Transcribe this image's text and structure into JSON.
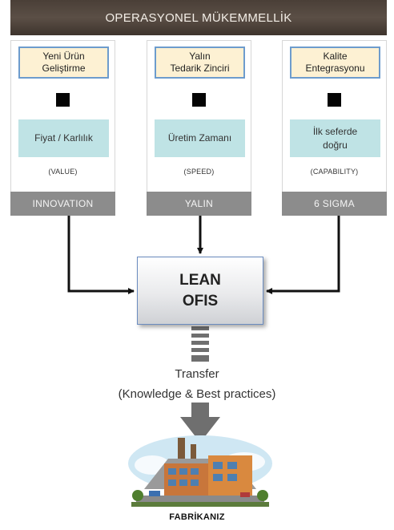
{
  "banner": {
    "title": "OPERASYONEL MÜKEMMELLİK"
  },
  "columns": [
    {
      "top": [
        "Yeni Ürün",
        "Geliştirme"
      ],
      "mid": [
        "Fiyat / Karlılık"
      ],
      "paren": "(VALUE)",
      "foot": "INNOVATION"
    },
    {
      "top": [
        "Yalın",
        "Tedarik Zinciri"
      ],
      "mid": [
        "Üretim Zamanı"
      ],
      "paren": "(SPEED)",
      "foot": "YALIN"
    },
    {
      "top": [
        "Kalite",
        "Entegrasyonu"
      ],
      "mid": [
        "İlk seferde",
        "doğru"
      ],
      "paren": "(CAPABILITY)",
      "foot": "6 SIGMA"
    }
  ],
  "center": {
    "line1": "LEAN",
    "line2": "OFIS"
  },
  "transfer": {
    "line1": "Transfer",
    "line2": "(Knowledge & Best practices)"
  },
  "factory": {
    "label": "FABRİKANIZ"
  },
  "colors": {
    "banner": "#4a3f37",
    "top_box_fill": "#fdf1d3",
    "top_box_border": "#6d9ccd",
    "mid_box_fill": "#bfe3e5",
    "foot_fill": "#8c8c8c",
    "arrow": "#111111",
    "transfer_arrow": "#6f6f6f"
  }
}
